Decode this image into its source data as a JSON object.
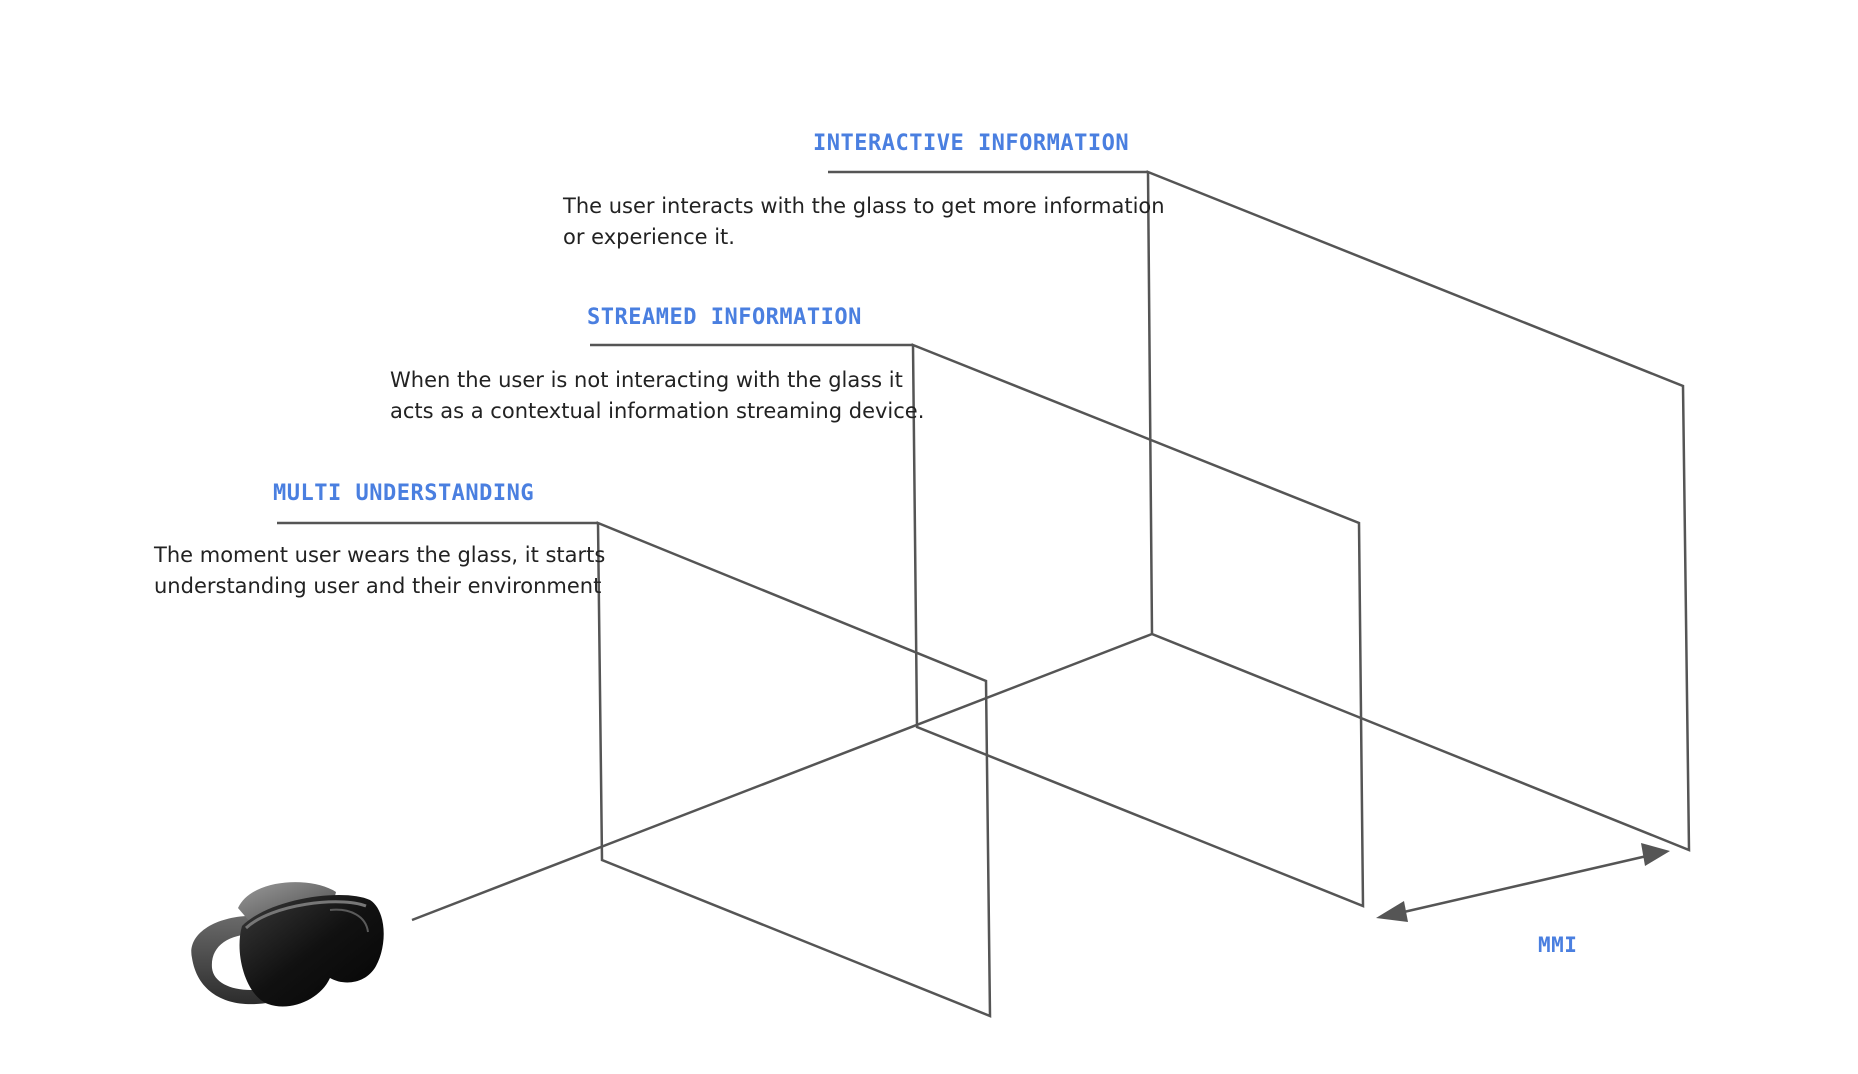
{
  "colors": {
    "heading": "#4a7fe0",
    "line": "#555555",
    "text": "#222222",
    "background": "#ffffff"
  },
  "layers": [
    {
      "id": "interactive",
      "title": "INTERACTIVE INFORMATION",
      "description": [
        "The user interacts with the glass to get more information",
        "or experience it."
      ]
    },
    {
      "id": "streamed",
      "title": "STREAMED INFORMATION",
      "description": [
        "When the user is not interacting with the glass it",
        "acts as a contextual information streaming device."
      ]
    },
    {
      "id": "multi",
      "title": "MULTI UNDERSTANDING",
      "description": [
        "The moment user wears the glass, it starts",
        "understanding user and their environment"
      ]
    }
  ],
  "mmi_label": "MMI",
  "icons": {
    "headset": "vr-headset-icon"
  }
}
